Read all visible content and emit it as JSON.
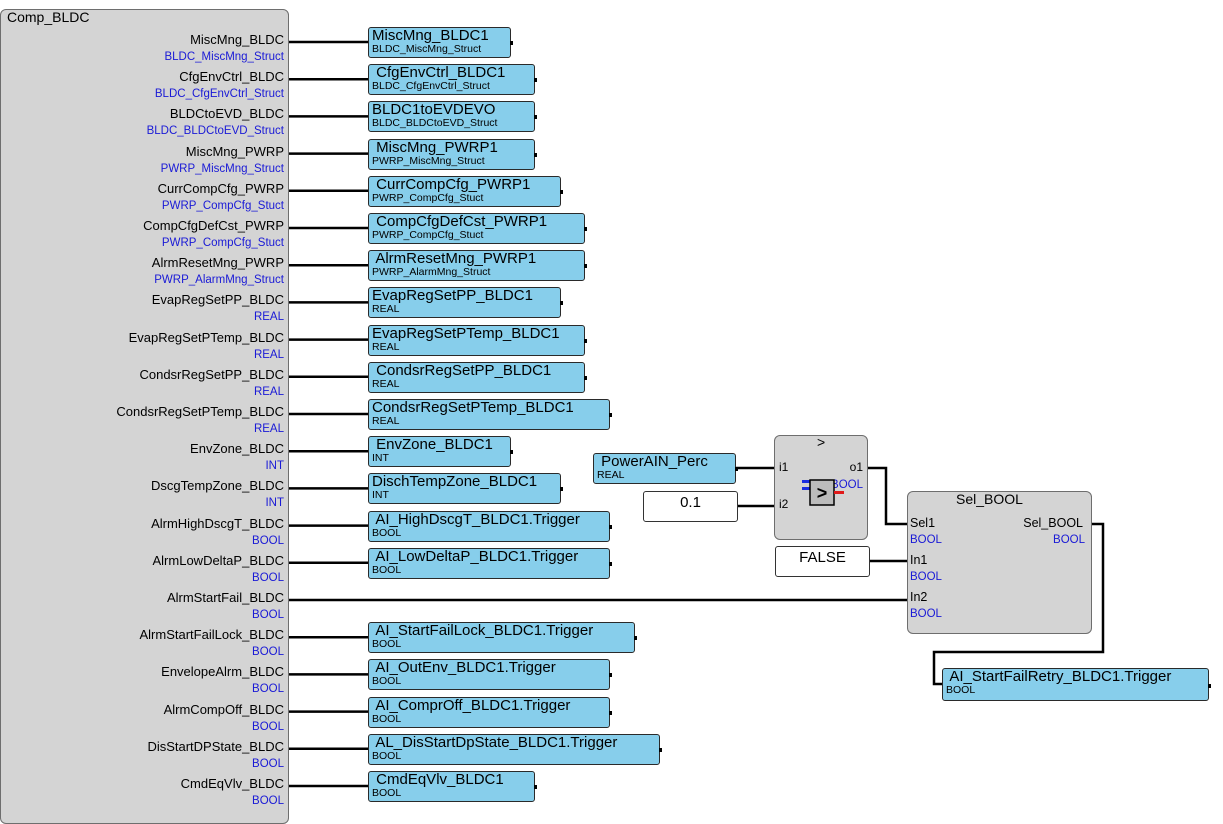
{
  "comp_block": {
    "title": "Comp_BLDC",
    "outputs": [
      {
        "name": "MiscMng_BLDC",
        "type": "BLDC_MiscMng_Struct"
      },
      {
        "name": "CfgEnvCtrl_BLDC",
        "type": "BLDC_CfgEnvCtrl_Struct"
      },
      {
        "name": "BLDCtoEVD_BLDC",
        "type": "BLDC_BLDCtoEVD_Struct"
      },
      {
        "name": "MiscMng_PWRP",
        "type": "PWRP_MiscMng_Struct"
      },
      {
        "name": "CurrCompCfg_PWRP",
        "type": "PWRP_CompCfg_Stuct"
      },
      {
        "name": "CompCfgDefCst_PWRP",
        "type": "PWRP_CompCfg_Stuct"
      },
      {
        "name": "AlrmResetMng_PWRP",
        "type": "PWRP_AlarmMng_Struct"
      },
      {
        "name": "EvapRegSetPP_BLDC",
        "type": "REAL"
      },
      {
        "name": "EvapRegSetPTemp_BLDC",
        "type": "REAL"
      },
      {
        "name": "CondsrRegSetPP_BLDC",
        "type": "REAL"
      },
      {
        "name": "CondsrRegSetPTemp_BLDC",
        "type": "REAL"
      },
      {
        "name": "EnvZone_BLDC",
        "type": "INT"
      },
      {
        "name": "DscgTempZone_BLDC",
        "type": "INT"
      },
      {
        "name": "AlrmHighDscgT_BLDC",
        "type": "BOOL"
      },
      {
        "name": "AlrmLowDeltaP_BLDC",
        "type": "BOOL"
      },
      {
        "name": "AlrmStartFail_BLDC",
        "type": "BOOL"
      },
      {
        "name": "AlrmStartFailLock_BLDC",
        "type": "BOOL"
      },
      {
        "name": "EnvelopeAlrm_BLDC",
        "type": "BOOL"
      },
      {
        "name": "AlrmCompOff_BLDC",
        "type": "BOOL"
      },
      {
        "name": "DisStartDPState_BLDC",
        "type": "BOOL"
      },
      {
        "name": "CmdEqVlv_BLDC",
        "type": "BOOL"
      }
    ]
  },
  "variables": [
    {
      "name": "MiscMng_BLDC1",
      "type": "BLDC_MiscMng_Struct"
    },
    {
      "name": " CfgEnvCtrl_BLDC1",
      "type": "BLDC_CfgEnvCtrl_Struct"
    },
    {
      "name": "BLDC1toEVDEVO",
      "type": "BLDC_BLDCtoEVD_Struct"
    },
    {
      "name": " MiscMng_PWRP1",
      "type": "PWRP_MiscMng_Struct"
    },
    {
      "name": " CurrCompCfg_PWRP1",
      "type": "PWRP_CompCfg_Stuct"
    },
    {
      "name": " CompCfgDefCst_PWRP1",
      "type": "PWRP_CompCfg_Stuct"
    },
    {
      "name": " AlrmResetMng_PWRP1",
      "type": "PWRP_AlarmMng_Struct"
    },
    {
      "name": "EvapRegSetPP_BLDC1",
      "type": "REAL"
    },
    {
      "name": "EvapRegSetPTemp_BLDC1",
      "type": "REAL"
    },
    {
      "name": " CondsrRegSetPP_BLDC1",
      "type": "REAL"
    },
    {
      "name": "CondsrRegSetPTemp_BLDC1",
      "type": "REAL"
    },
    {
      "name": " EnvZone_BLDC1",
      "type": "INT"
    },
    {
      "name": "DischTempZone_BLDC1",
      "type": "INT"
    },
    {
      "name": " AI_HighDscgT_BLDC1.Trigger",
      "type": "BOOL"
    },
    {
      "name": " AI_LowDeltaP_BLDC1.Trigger",
      "type": "BOOL"
    },
    null,
    {
      "name": " AI_StartFailLock_BLDC1.Trigger",
      "type": "BOOL"
    },
    {
      "name": " AI_OutEnv_BLDC1.Trigger",
      "type": "BOOL"
    },
    {
      "name": " AI_ComprOff_BLDC1.Trigger",
      "type": "BOOL"
    },
    {
      "name": " AL_DisStartDpState_BLDC1.Trigger",
      "type": "BOOL"
    },
    {
      "name": " CmdEqVlv_BLDC1",
      "type": "BOOL"
    }
  ],
  "power_var": {
    "name": " PowerAIN_Perc",
    "type": "REAL"
  },
  "const_01": "0.1",
  "const_false": "FALSE",
  "gt_block": {
    "title": ">",
    "in1": "i1",
    "in2": "i2",
    "out": "o1",
    "out_type": "BOOL"
  },
  "sel_block": {
    "title": "Sel_BOOL",
    "inputs": [
      {
        "name": "Sel1",
        "type": "BOOL"
      },
      {
        "name": "In1",
        "type": "BOOL"
      },
      {
        "name": "In2",
        "type": "BOOL"
      }
    ],
    "out": "Sel_BOOL",
    "out_type": "BOOL"
  },
  "retry_var": {
    "name": " AI_StartFailRetry_BLDC1.Trigger",
    "type": "BOOL"
  },
  "colors": {
    "block_fill": "#d4d4d4",
    "variable_fill": "#87ceeb",
    "type_text": "#1a1ad6",
    "wire": "#000000"
  }
}
